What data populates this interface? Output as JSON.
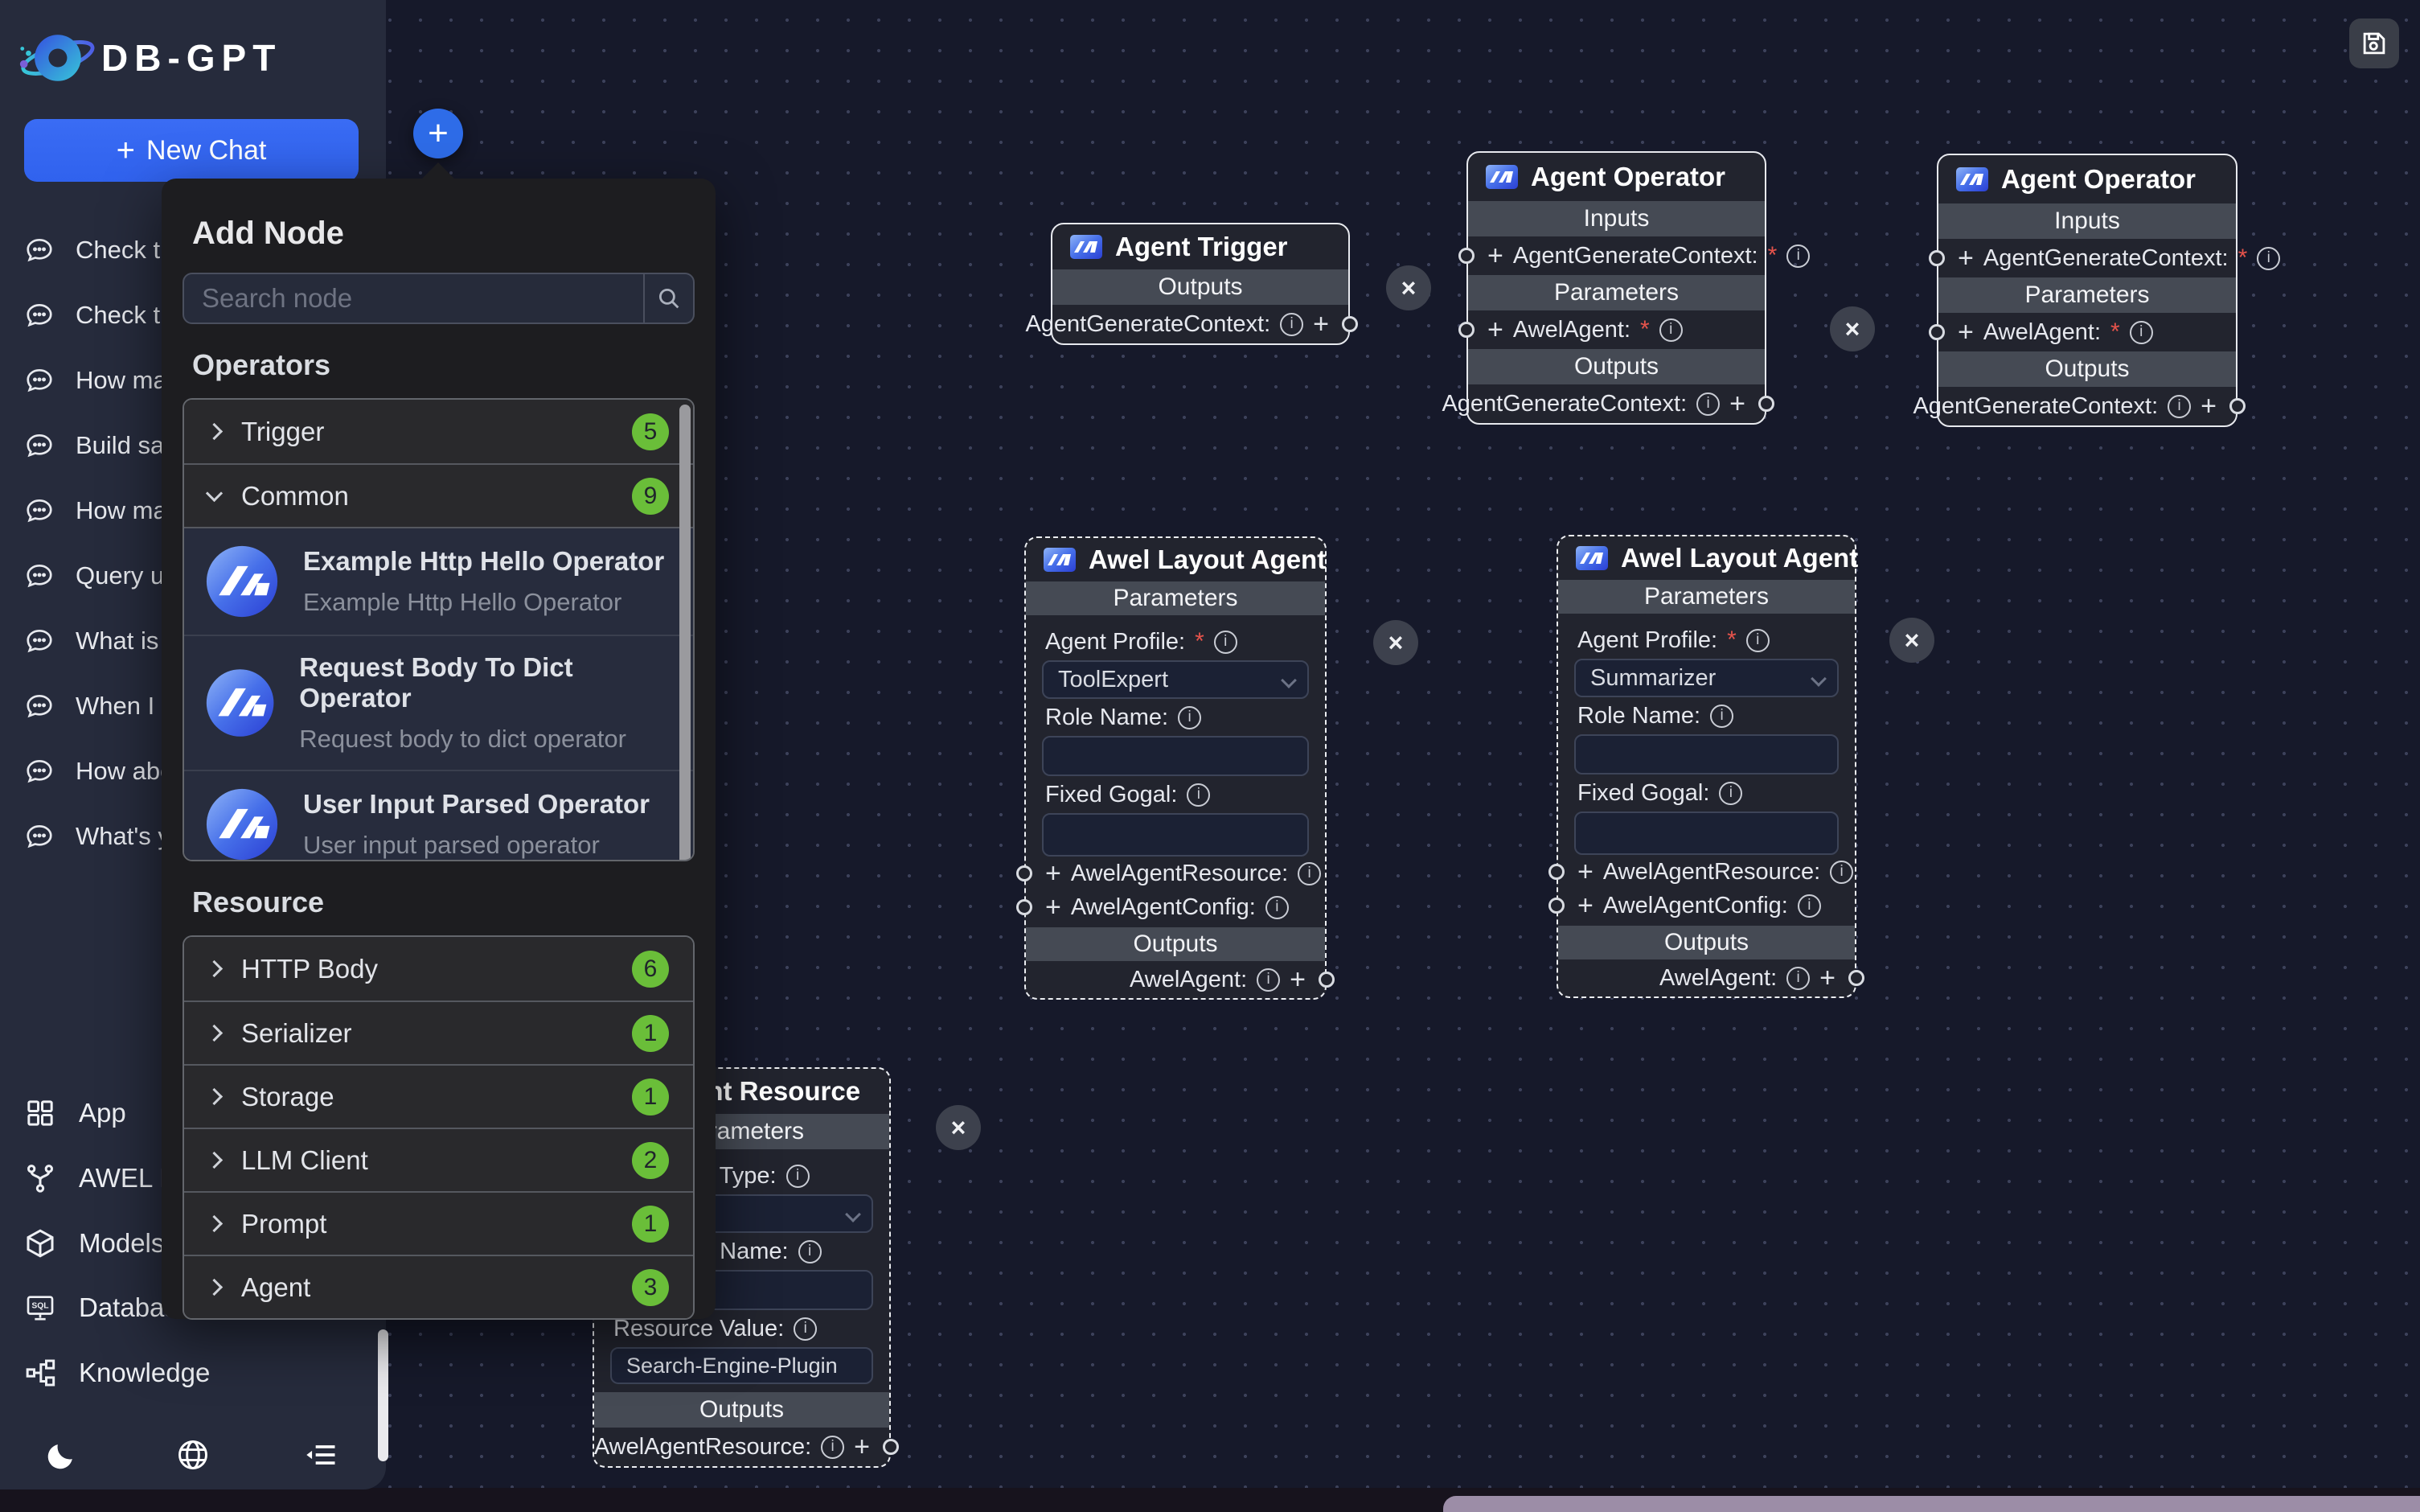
{
  "header": {
    "logo_text": "DB-GPT"
  },
  "sidebar": {
    "new_chat_label": "New Chat",
    "chat_items": [
      "Check the",
      "Check the",
      "How man",
      "Build sale",
      "How man",
      "Query use",
      "What is M",
      "When I ar",
      "How abou",
      "What's yo"
    ],
    "menu_items": [
      "App",
      "AWEL Flo",
      "Models",
      "Database",
      "Knowledge"
    ]
  },
  "panel": {
    "title": "Add Node",
    "search_placeholder": "Search node",
    "operators_heading": "Operators",
    "operator_groups": [
      {
        "label": "Trigger",
        "count": "5"
      },
      {
        "label": "Common",
        "count": "9"
      }
    ],
    "common_items": [
      {
        "title": "Example Http Hello Operator",
        "subtitle": "Example Http Hello Operator"
      },
      {
        "title": "Request Body To Dict Operator",
        "subtitle": "Request body to dict operator"
      },
      {
        "title": "User Input Parsed Operator",
        "subtitle": "User input parsed operator"
      },
      {
        "title": "",
        "subtitle": ""
      }
    ],
    "resource_heading": "Resource",
    "resource_groups": [
      {
        "label": "HTTP Body",
        "count": "6"
      },
      {
        "label": "Serializer",
        "count": "1"
      },
      {
        "label": "Storage",
        "count": "1"
      },
      {
        "label": "LLM Client",
        "count": "2"
      },
      {
        "label": "Prompt",
        "count": "1"
      },
      {
        "label": "Agent",
        "count": "3"
      }
    ]
  },
  "nodes": {
    "agent_trigger": {
      "title": "Agent Trigger",
      "outputs_label": "Outputs",
      "output_port": "AgentGenerateContext:"
    },
    "agent_operator_1": {
      "title": "Agent Operator",
      "inputs_label": "Inputs",
      "input_port": "AgentGenerateContext:",
      "parameters_label": "Parameters",
      "param_port": "AwelAgent:",
      "outputs_label": "Outputs",
      "output_port": "AgentGenerateContext:"
    },
    "agent_operator_2": {
      "title": "Agent Operator",
      "inputs_label": "Inputs",
      "input_port": "AgentGenerateContext:",
      "parameters_label": "Parameters",
      "param_port": "AwelAgent:",
      "outputs_label": "Outputs",
      "output_port": "AgentGenerateContext:"
    },
    "awel_layout_agent_1": {
      "title": "Awel Layout Agent",
      "parameters_label": "Parameters",
      "profile_label": "Agent Profile:",
      "profile_value": "ToolExpert",
      "role_label": "Role Name:",
      "role_value": "",
      "goal_label": "Fixed Gogal:",
      "goal_value": "",
      "resource_port": "AwelAgentResource:",
      "config_port": "AwelAgentConfig:",
      "outputs_label": "Outputs",
      "output_port": "AwelAgent:"
    },
    "awel_layout_agent_2": {
      "title": "Awel Layout Agent",
      "parameters_label": "Parameters",
      "profile_label": "Agent Profile:",
      "profile_value": "Summarizer",
      "role_label": "Role Name:",
      "role_value": "",
      "goal_label": "Fixed Gogal:",
      "goal_value": "",
      "resource_port": "AwelAgentResource:",
      "config_port": "AwelAgentConfig:",
      "outputs_label": "Outputs",
      "output_port": "AwelAgent:"
    },
    "agent_resource": {
      "title": "Agent Resource",
      "parameters_label": "Parameters",
      "type_label": "Resource Type:",
      "name_label": "Resource Name:",
      "value_label": "Resource Value:",
      "value_text": "Search-Engine-Plugin",
      "outputs_label": "Outputs",
      "output_port": "AwelAgentResource:"
    }
  }
}
